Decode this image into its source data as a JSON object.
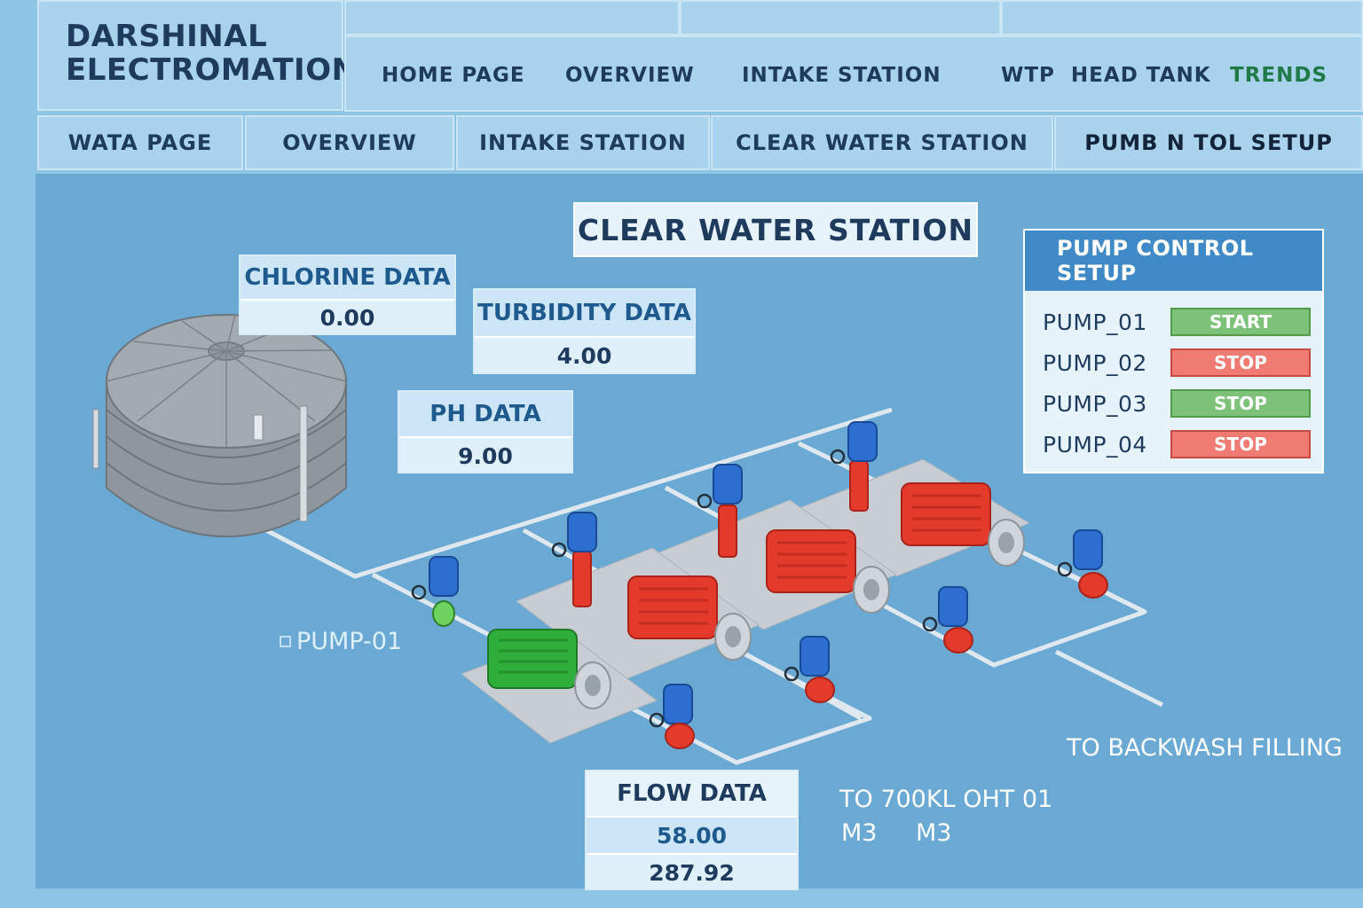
{
  "brand": {
    "line1": "DARSHINAL",
    "line2": "ELECTROMATION"
  },
  "top_nav": [
    "HOME PAGE",
    "OVERVIEW",
    "INTAKE STATION",
    "WTP  HEAD TANK",
    "TRENDS"
  ],
  "sub_nav": [
    "WATA PAGE",
    "OVERVIEW",
    "INTAKE STATION",
    "CLEAR WATER STATION",
    "PUMB N TOL SETUP"
  ],
  "page_title": "CLEAR WATER STATION",
  "data_panels": {
    "chlorine": {
      "title": "CHLORINE DATA",
      "value": "0.00"
    },
    "turbidity": {
      "title": "TURBIDITY DATA",
      "value": "4.00"
    },
    "ph": {
      "title": "PH DATA",
      "value": "9.00"
    },
    "flow": {
      "title": "FLOW DATA",
      "value1": "58.00",
      "value2": "287.92"
    }
  },
  "pump_control": {
    "title": "PUMP CONTROL SETUP",
    "pumps": [
      {
        "name": "PUMP_01",
        "button": "START",
        "color": "#7ec27a"
      },
      {
        "name": "PUMP_02",
        "button": "STOP",
        "color": "#ef7b73"
      },
      {
        "name": "PUMP_03",
        "button": "STOP",
        "color": "#7ec27a"
      },
      {
        "name": "PUMP_04",
        "button": "STOP",
        "color": "#ef7b73"
      }
    ]
  },
  "diagram_labels": {
    "pump01": "PUMP-01",
    "backwash": "TO BACKWASH FILLING",
    "oht": "TO 700KL OHT 01",
    "unit1": "M3",
    "unit2": "M3"
  },
  "colors": {
    "running_pump": "#2fae3c",
    "stopped_pump": "#e33a2c",
    "valve": "#2c6fd0",
    "background": "#6aa9d4"
  }
}
